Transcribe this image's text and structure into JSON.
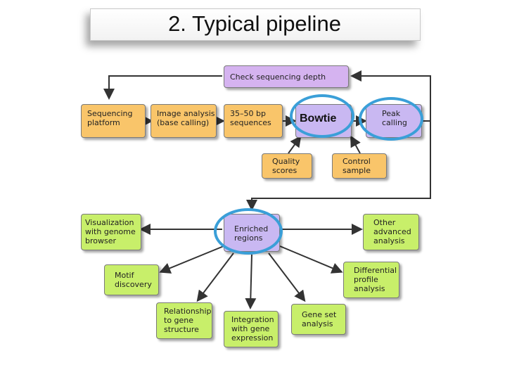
{
  "title": "2. Typical pipeline",
  "nodes": {
    "check_depth": "Check sequencing depth",
    "sequencing_platform": "Sequencing\nplatform",
    "image_analysis": "Image analysis\n(base calling)",
    "sequences": "35–50 bp\nsequences",
    "bowtie": "Bowtie",
    "peak_calling": "Peak\ncalling",
    "quality_scores": "Quality\nscores",
    "control_sample": "Control\nsample",
    "visualization": "Visualization\nwith genome\nbrowser",
    "enriched_regions": "Enriched\nregions",
    "other_analysis": "Other\nadvanced\nanalysis",
    "motif_discovery": "Motif\ndiscovery",
    "differential_profile": "Differential\nprofile\nanalysis",
    "relationship_gene": "Relationship\nto gene\nstructure",
    "integration_expression": "Integration\nwith gene\nexpression",
    "gene_set": "Gene set\nanalysis"
  },
  "colors": {
    "orange": "#f9c56a",
    "purple": "#d5b3f0",
    "green": "#c8ef6a",
    "highlight_ring": "#3a9fd8"
  }
}
